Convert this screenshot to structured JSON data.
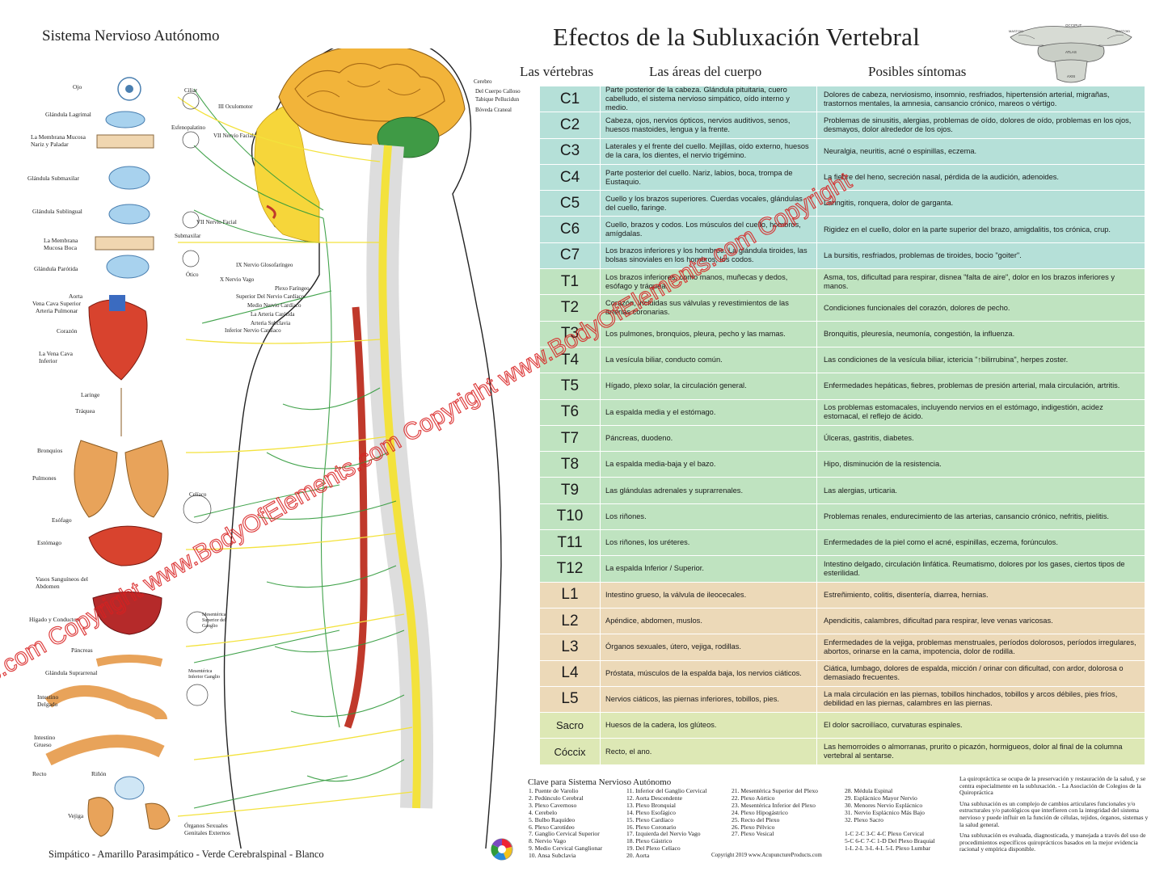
{
  "left_title": "Sistema Nervioso Autónomo",
  "main_title": "Efectos de la Subluxación Vertebral",
  "columns": {
    "vertebra": "Las vértebras",
    "areas": "Las áreas del cuerpo",
    "symptoms": "Posibles síntomas"
  },
  "colors": {
    "cervical": "#b5e0d8",
    "thoracic": "#bfe3c0",
    "lumbar": "#ecd9b8",
    "sacral": "#dde8b5",
    "sympathetic": "#f3e23c",
    "parasympathetic": "#2f9a3a",
    "watermark": "#d92020"
  },
  "rows": [
    {
      "code": "C1",
      "area": "Parte posterior de la cabeza. Glándula pituitaria, cuero cabelludo, el sistema nervioso simpático, oído interno y medio.",
      "symptoms": "Dolores de cabeza, nerviosismo, insomnio, resfriados, hipertensión arterial, migrañas, trastornos mentales, la amnesia, cansancio crónico, mareos o vértigo.",
      "group": "cervical"
    },
    {
      "code": "C2",
      "area": "Cabeza, ojos, nervios ópticos, nervios auditivos, senos, huesos mastoides, lengua y la frente.",
      "symptoms": "Problemas de sinusitis, alergias, problemas de oído, dolores de oído, problemas en los ojos, desmayos, dolor alrededor de los ojos.",
      "group": "cervical"
    },
    {
      "code": "C3",
      "area": "Laterales y el frente del cuello. Mejillas, oído externo, huesos de la cara, los dientes, el nervio trigémino.",
      "symptoms": "Neuralgia, neuritis, acné o espinillas, eczema.",
      "group": "cervical"
    },
    {
      "code": "C4",
      "area": "Parte posterior del cuello. Nariz, labios, boca, trompa de Eustaquio.",
      "symptoms": "La fiebre del heno, secreción nasal, pérdida de la audición, adenoides.",
      "group": "cervical"
    },
    {
      "code": "C5",
      "area": "Cuello y los brazos superiores. Cuerdas vocales, glándulas del cuello, faringe.",
      "symptoms": "Laringitis, ronquera, dolor de garganta.",
      "group": "cervical"
    },
    {
      "code": "C6",
      "area": "Cuello, brazos y codos. Los músculos del cuello, hombros, amígdalas.",
      "symptoms": "Rigidez en el cuello, dolor en la parte superior del brazo, amigdalitis, tos crónica, crup.",
      "group": "cervical"
    },
    {
      "code": "C7",
      "area": "Los brazos inferiores y los hombros. La glándula tiroides, las bolsas sinoviales en los hombros, los codos.",
      "symptoms": "La bursitis, resfriados, problemas de tiroides, bocio \"goiter\".",
      "group": "cervical"
    },
    {
      "code": "T1",
      "area": "Los brazos inferiores, como manos, muñecas y dedos, esófago y tráquea.",
      "symptoms": "Asma, tos, dificultad para respirar, disnea \"falta de aire\", dolor en los brazos inferiores y manos.",
      "group": "thoracic"
    },
    {
      "code": "T2",
      "area": "Corazón, incluidas sus válvulas y revestimientos de las arterias coronarias.",
      "symptoms": "Condiciones funcionales del corazón, dolores de pecho.",
      "group": "thoracic"
    },
    {
      "code": "T3",
      "area": "Los pulmones, bronquios, pleura, pecho y las mamas.",
      "symptoms": "Bronquitis, pleuresía, neumonía, congestión, la influenza.",
      "group": "thoracic"
    },
    {
      "code": "T4",
      "area": "La vesícula biliar, conducto común.",
      "symptoms": "Las condiciones de la vesícula biliar, ictericia \"↑bilirrubina\", herpes zoster.",
      "group": "thoracic"
    },
    {
      "code": "T5",
      "area": "Hígado, plexo solar, la circulación general.",
      "symptoms": "Enfermedades hepáticas, fiebres, problemas de presión arterial, mala circulación, artritis.",
      "group": "thoracic"
    },
    {
      "code": "T6",
      "area": "La espalda media y el estómago.",
      "symptoms": "Los problemas estomacales, incluyendo nervios en el estómago, indigestión, acidez estomacal, el reflejo de ácido.",
      "group": "thoracic"
    },
    {
      "code": "T7",
      "area": "Páncreas, duodeno.",
      "symptoms": "Úlceras, gastritis, diabetes.",
      "group": "thoracic"
    },
    {
      "code": "T8",
      "area": "La espalda media-baja y el bazo.",
      "symptoms": "Hipo, disminución de la resistencia.",
      "group": "thoracic"
    },
    {
      "code": "T9",
      "area": "Las glándulas adrenales y suprarrenales.",
      "symptoms": "Las alergias, urticaria.",
      "group": "thoracic"
    },
    {
      "code": "T10",
      "area": "Los riñones.",
      "symptoms": "Problemas renales, endurecimiento de las arterias, cansancio crónico, nefritis, pielitis.",
      "group": "thoracic"
    },
    {
      "code": "T11",
      "area": "Los riñones, los uréteres.",
      "symptoms": "Enfermedades de la piel como el acné, espinillas, eczema, forúnculos.",
      "group": "thoracic"
    },
    {
      "code": "T12",
      "area": "La espalda Inferior / Superior.",
      "symptoms": "Intestino delgado, circulación linfática. Reumatismo, dolores por los gases, ciertos tipos de esterilidad.",
      "group": "thoracic"
    },
    {
      "code": "L1",
      "area": "Intestino grueso, la válvula de ileocecales.",
      "symptoms": "Estreñimiento, colitis, disentería, diarrea, hernias.",
      "group": "lumbar"
    },
    {
      "code": "L2",
      "area": "Apéndice, abdomen, muslos.",
      "symptoms": "Apendicitis, calambres, dificultad para respirar, leve venas varicosas.",
      "group": "lumbar"
    },
    {
      "code": "L3",
      "area": "Órganos sexuales, útero, vejiga, rodillas.",
      "symptoms": "Enfermedades de la vejiga, problemas menstruales, períodos dolorosos, períodos irregulares, abortos, orinarse en la cama, impotencia, dolor de rodilla.",
      "group": "lumbar"
    },
    {
      "code": "L4",
      "area": "Próstata, músculos de la espalda baja, los nervios ciáticos.",
      "symptoms": "Ciática, lumbago, dolores de espalda, micción / orinar con dificultad, con ardor, dolorosa o demasiado frecuentes.",
      "group": "lumbar"
    },
    {
      "code": "L5",
      "area": "Nervios ciáticos, las piernas inferiores, tobillos, pies.",
      "symptoms": "La mala circulación en las piernas, tobillos hinchados, tobillos y arcos débiles, pies fríos, debilidad en las piernas, calambres en las piernas.",
      "group": "lumbar"
    },
    {
      "code": "Sacro",
      "area": "Huesos de la cadera, los glúteos.",
      "symptoms": "El dolor sacroilíaco, curvaturas espinales.",
      "group": "sacral"
    },
    {
      "code": "Cóccix",
      "area": "Recto, el ano.",
      "symptoms": "Las hemorroides o almorranas, prurito o picazón, hormigueos, dolor al final de la columna vertebral al sentarse.",
      "group": "sacral"
    }
  ],
  "organs": [
    "Ojo",
    "Glándula Lagrimal",
    "La Membrana Mucosa Nariz y Paladar",
    "Glándula Submaxilar",
    "Glándula Sublingual",
    "La Membrana Mucosa Boca",
    "Glándula Parótida",
    "Aorta",
    "Vena Cava Superior",
    "Arteria Pulmonar",
    "Corazón",
    "La Vena Cava Inferior",
    "Laringe",
    "Tráquea",
    "Bronquios",
    "Pulmones",
    "Esófago",
    "Estómago",
    "Vasos Sanguíneos del Abdomen",
    "Hígado y Conductos",
    "Páncreas",
    "Glándula Suprarrenal",
    "Intestino Delgado",
    "Intestino Grueso",
    "Recto",
    "Riñón",
    "Vejiga",
    "Órganos Sexuales Genitales Externos"
  ],
  "ganglia": [
    "Ciliar",
    "Esfenopalatino",
    "Submaxilar",
    "Ótico",
    "Celíaco",
    "Mesentérica Superior del Ganglio",
    "Mesentérica Inferior Ganglio"
  ],
  "nerves": [
    "III Oculomotor",
    "VII Nervio Facial",
    "VII Nervio Facial",
    "IX Nervio Glosofaríngeo",
    "X Nervio Vago"
  ],
  "brain_labels": [
    "Cerebro",
    "Del Cuerpo Calloso",
    "Tabique Pellucidun",
    "Bóveda Craneal"
  ],
  "neck_labels": [
    "Plexo Faríngeo",
    "Superior Del Nervio Cardíaco",
    "Medio Nervio Cardíaco",
    "La Arteria Carótida",
    "Arteria Subclavia",
    "Inferior Nervio Cardíaco"
  ],
  "footer_legend": "Simpático - Amarillo Parasimpático - Verde Cerebralspinal - Blanco",
  "atlas_labels": [
    "OCCIPUT",
    "ATLAS",
    "AXIS",
    "MASTOID",
    "MASTOID"
  ],
  "key": {
    "title": "Clave para Sistema Nervioso Autónomo",
    "col1": [
      "1. Puente de Varolio",
      "2. Pedúnculo Cerebral",
      "3. Plexo Cavernoso",
      "4. Cerebelo",
      "5. Bulbo Raquídeo",
      "6. Plexo Carotídeo",
      "7. Ganglio Cervical Superior",
      "8. Nervio Vago",
      "9. Medio Cervical Ganglionar",
      "10. Ansa Subclavia"
    ],
    "col2": [
      "11. Inferior del Ganglio Cervical",
      "12. Aorta Descendente",
      "13. Plexo Bronquial",
      "14. Plexo Esofágico",
      "15. Plexo Cardíaco",
      "16. Plexo Coronario",
      "17. Izquierda del Nervio Vago",
      "18. Plexo Gástrico",
      "19. Del Plexo Celíaco",
      "20. Aorta"
    ],
    "col3": [
      "21. Mesentérica Superior del Plexo",
      "22. Plexo Aórtico",
      "23. Mesentérica Inferior del Plexo",
      "24. Plexo Hipogástrico",
      "25. Recto del Plexo",
      "26. Plexo Pélvico",
      "27. Plexo Vesical"
    ],
    "col4": [
      "28. Médula Espinal",
      "29. Esplácnico Mayor Nervio",
      "30. Menores Nervio Esplácnico",
      "31. Nervio Esplácnico Más Bajo",
      "32. Plexo Sacro",
      "",
      "1-C 2-C 3-C 4-C Plexo Cervical",
      "5-C 6-C 7-C 1-D Del Plexo Braquial",
      "1-L 2-L 3-L 4-L 5-L Plexo Lumbar"
    ]
  },
  "copyright": "Copyright 2019 www.AcupunctureProducts.com",
  "notes": [
    "La quiropráctica se ocupa de la preservación y restauración de la salud, y se centra especialmente en la subluxación. - La Asociación de Colegios de la Quiropráctica",
    "Una subluxación es un complejo de cambios articulares funcionales y/o estructurales y/o patológicos que interfieren con la integridad del sistema nervioso y puede influir en la función de células, tejidos, órganos, sistemas y la salud general.",
    "Una subluxación es evaluada, diagnosticada, y manejada a través del uso de procedimientos específicos quiroprácticos basados en la mejor evidencia racional y empírica disponible."
  ],
  "watermarks": [
    "s.com Copyright www.BodyOfElements.com Copyright www.BodyOfElements.com Copyright"
  ]
}
